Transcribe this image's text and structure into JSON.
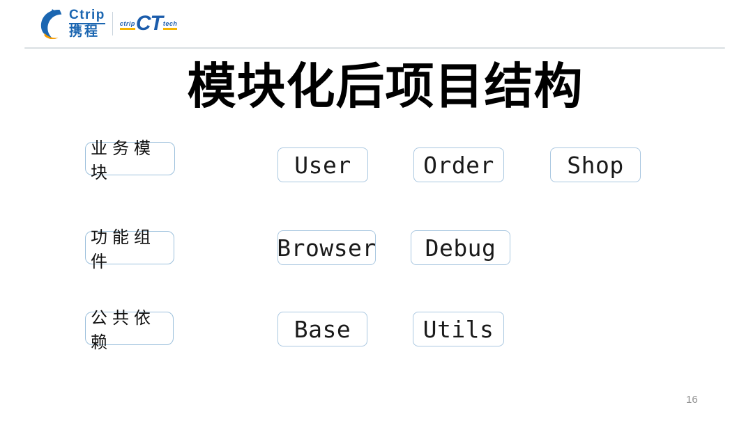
{
  "header": {
    "ctrip": {
      "wordmark": "Ctrip",
      "cn": "携程"
    },
    "cttech": {
      "left": "ctrip",
      "mark": "CT",
      "right": "tech"
    }
  },
  "title": "模块化后项目结构",
  "rows": [
    {
      "label": "业务模块",
      "modules": [
        "User",
        "Order",
        "Shop"
      ]
    },
    {
      "label": "功能组件",
      "modules": [
        "Browser",
        "Debug"
      ]
    },
    {
      "label": "公共依赖",
      "modules": [
        "Base",
        "Utils"
      ]
    }
  ],
  "page_number": "16",
  "colors": {
    "accent_blue": "#1b66b1",
    "accent_yellow": "#f7b500",
    "accent_orange": "#f59b00",
    "box_border": "#a9c7e0",
    "label_border": "#9cc0dc",
    "divider": "#d9dfe2",
    "text": "#1a1a1a",
    "page_number": "#8f8f8f"
  }
}
